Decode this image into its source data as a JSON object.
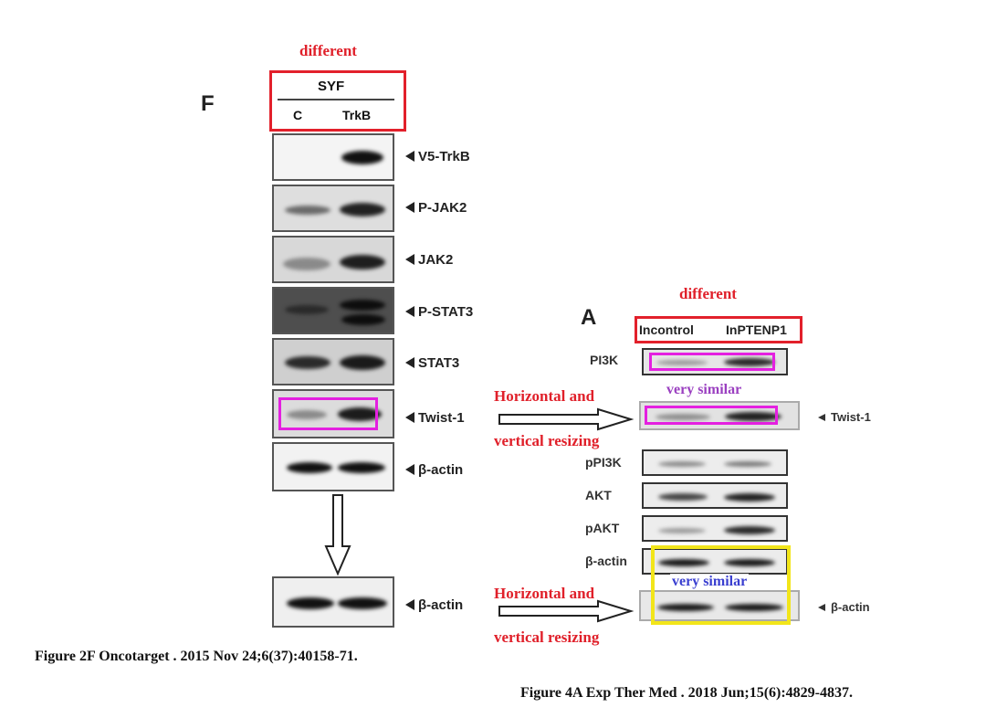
{
  "annotations": {
    "different_left": "different",
    "different_right": "different",
    "very_similar_twist": "very similar",
    "very_similar_actin": "very similar",
    "resize_1_line1": "Horizontal and",
    "resize_1_line2": "vertical resizing",
    "resize_2_line1": "Horizontal and",
    "resize_2_line2": "vertical resizing"
  },
  "left_figure": {
    "panel_letter": "F",
    "group_label": "SYF",
    "lanes": [
      "C",
      "TrkB"
    ],
    "bands": [
      "V5-TrkB",
      "P-JAK2",
      "JAK2",
      "P-STAT3",
      "STAT3",
      "Twist-1",
      "β-actin"
    ],
    "enlarged_band": "β-actin",
    "caption": "Figure 2F Oncotarget . 2015 Nov 24;6(37):40158-71."
  },
  "right_figure": {
    "panel_letter": "A",
    "lanes": [
      "Incontrol",
      "InPTENP1"
    ],
    "rows": [
      "PI3K",
      "pPI3K",
      "AKT",
      "pAKT",
      "β-actin"
    ],
    "twist_label": "Twist-1",
    "actin_label": "β-actin",
    "caption": "Figure 4A Exp Ther Med . 2018 Jun;15(6):4829-4837."
  },
  "colors": {
    "red": "#e2202b",
    "magenta": "#e420e0",
    "yellow": "#f2e51a"
  }
}
